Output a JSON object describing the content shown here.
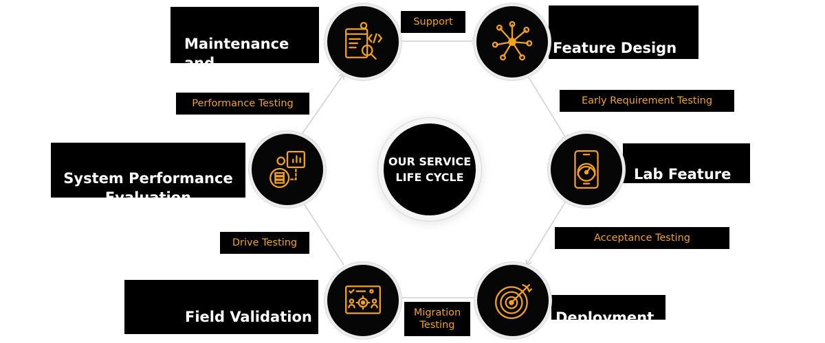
{
  "hub": {
    "title": "OUR SERVICE\nLIFE CYCLE"
  },
  "stages": [
    {
      "id": "maintenance",
      "label": "Maintenance\nand Optimization",
      "icon": "code-browser-search-icon"
    },
    {
      "id": "feature-design",
      "label": "Feature Design\nand Development",
      "icon": "network-hub-icon"
    },
    {
      "id": "lab-verification",
      "label": "Lab Feature\nVerification",
      "icon": "phone-speedometer-icon"
    },
    {
      "id": "deployment",
      "label": "Deployment",
      "icon": "target-arrow-icon"
    },
    {
      "id": "field-validation",
      "label": "Field Validation",
      "icon": "dashboard-gear-icon"
    },
    {
      "id": "system-performance",
      "label": "System Performance\nEvaluation",
      "icon": "server-chart-icon"
    }
  ],
  "transitions": [
    {
      "id": "support",
      "label": "Support",
      "from": "maintenance",
      "to": "feature-design"
    },
    {
      "id": "early-requirement",
      "label": "Early Requirement Testing",
      "from": "feature-design",
      "to": "lab-verification"
    },
    {
      "id": "acceptance",
      "label": "Acceptance Testing",
      "from": "lab-verification",
      "to": "deployment"
    },
    {
      "id": "migration",
      "label": "Migration\nTesting",
      "from": "deployment",
      "to": "field-validation"
    },
    {
      "id": "drive",
      "label": "Drive Testing",
      "from": "field-validation",
      "to": "system-performance"
    },
    {
      "id": "performance",
      "label": "Performance Testing",
      "from": "system-performance",
      "to": "maintenance"
    }
  ],
  "colors": {
    "accent": "#f4a21e",
    "box": "#000000",
    "text": "#ffffff",
    "connector": "#cfcfcf"
  }
}
